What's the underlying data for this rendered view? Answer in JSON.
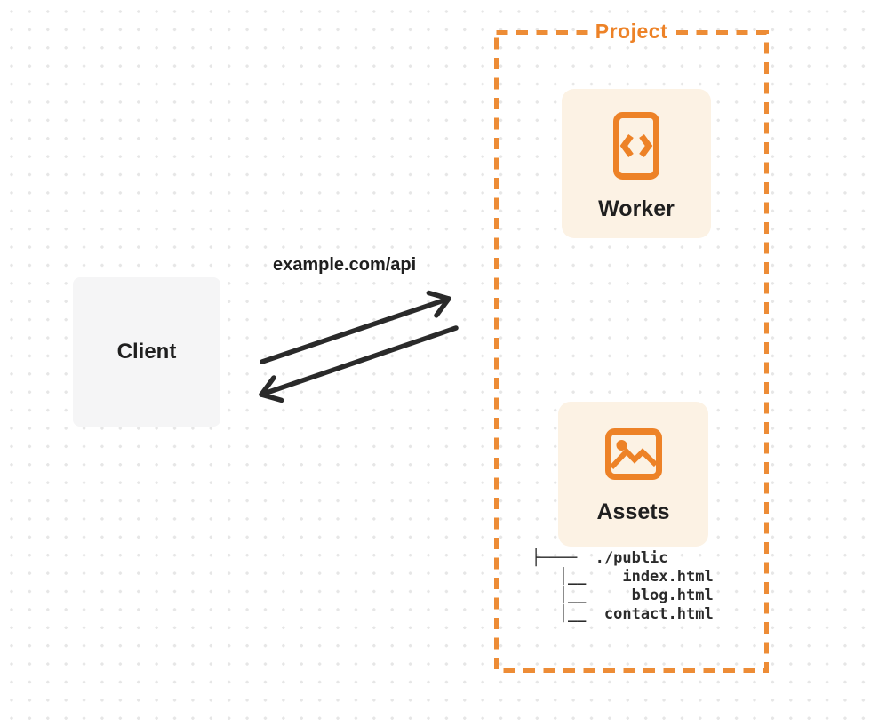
{
  "diagram": {
    "client": {
      "label": "Client"
    },
    "request_label": "example.com/api",
    "project": {
      "title": "Project",
      "worker": {
        "label": "Worker"
      },
      "assets": {
        "label": "Assets"
      },
      "file_tree": {
        "lines": [
          "├────  ./public",
          "   │__    index.html",
          "   │__     blog.html",
          "   │__  contact.html"
        ]
      }
    }
  },
  "colors": {
    "accent_orange": "#ED8227",
    "border_orange": "#ED8C36",
    "card_background": "#FCF2E4",
    "client_background": "#F5F5F6",
    "arrow_dark": "#2A2A2A",
    "dot_grid": "#E6E6E6",
    "text_dark": "#1F1F1F",
    "tree_text": "#2B2B2B"
  }
}
